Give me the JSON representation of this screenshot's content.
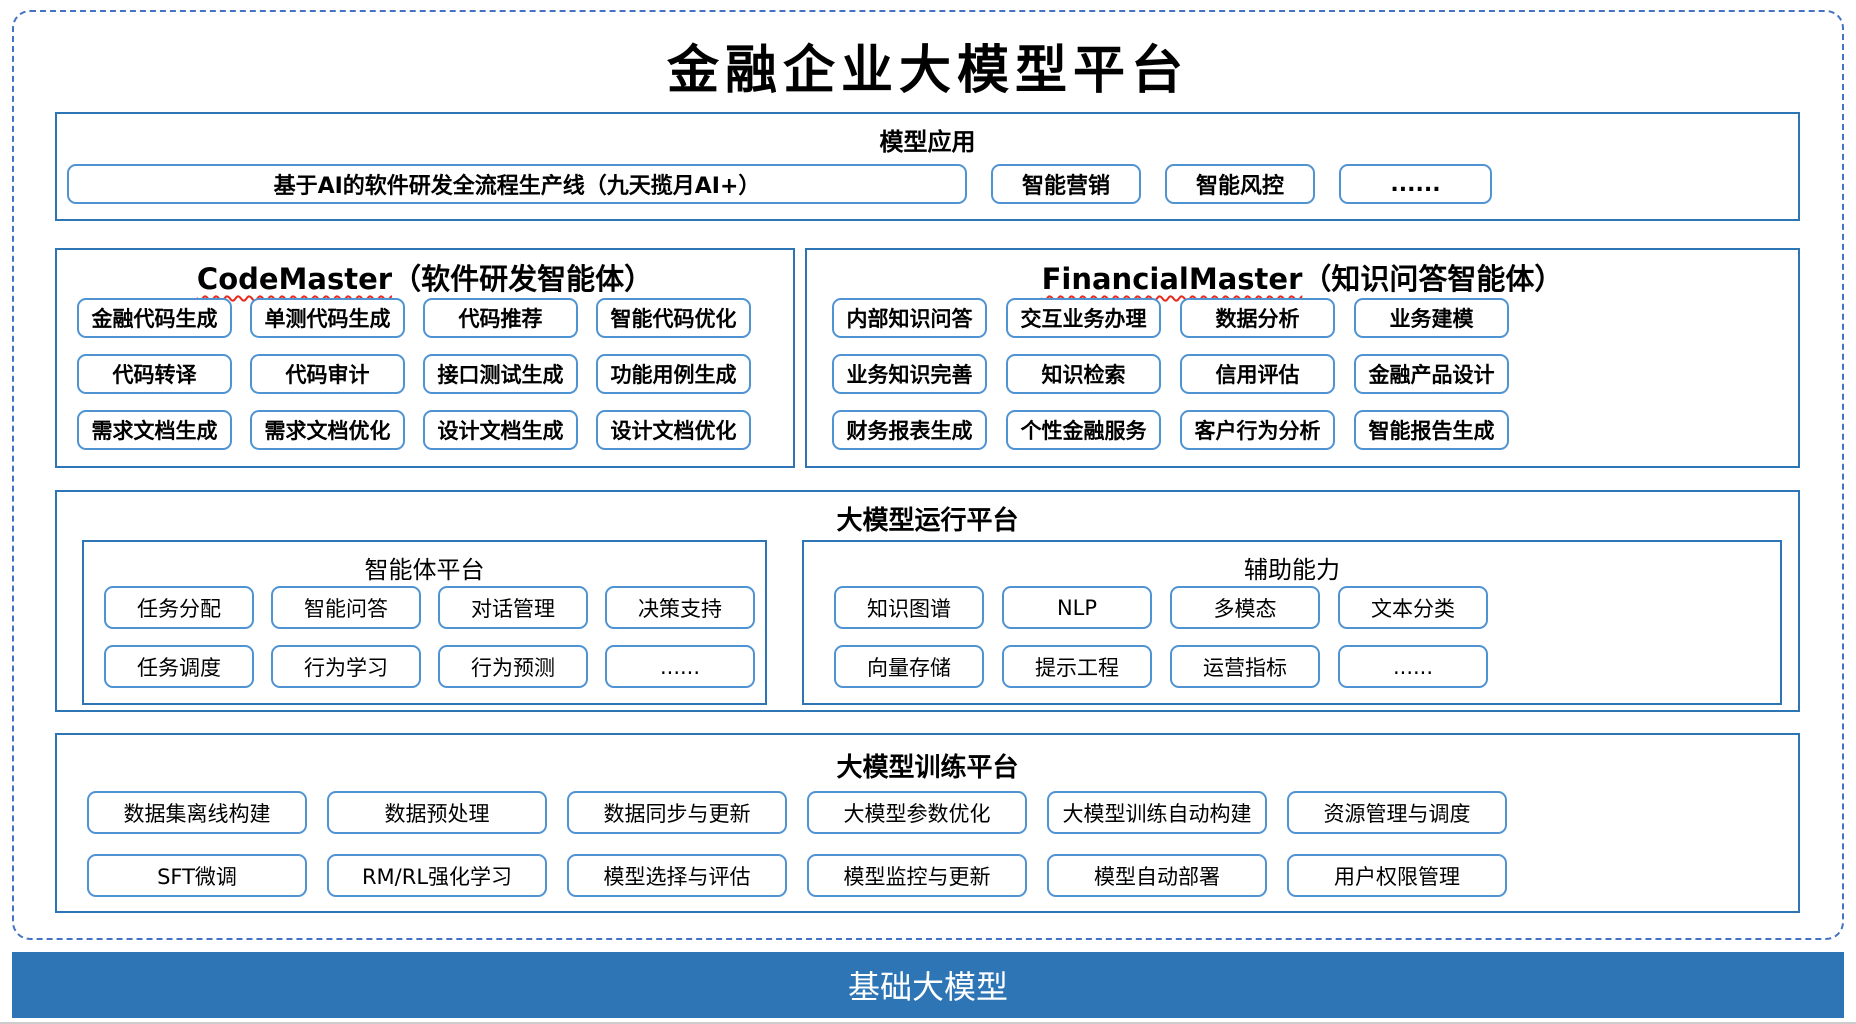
{
  "title": "金融企业大模型平台",
  "colors": {
    "section_border": "#2E75B6",
    "item_border": "#4F93D2",
    "dashed_frame": "#4472C4",
    "base_bar": "#2E75B6",
    "squiggle_red": "#E8291C"
  },
  "model_app": {
    "title": "模型应用",
    "pipeline": "基于AI的软件研发全流程生产线（九天揽月AI+）",
    "items": [
      "智能营销",
      "智能风控",
      "......"
    ]
  },
  "code_master": {
    "name": "CodeMaster",
    "subtitle": "（软件研发智能体）",
    "rows": [
      [
        "金融代码生成",
        "单测代码生成",
        "代码推荐",
        "智能代码优化"
      ],
      [
        "代码转译",
        "代码审计",
        "接口测试生成",
        "功能用例生成"
      ],
      [
        "需求文档生成",
        "需求文档优化",
        "设计文档生成",
        "设计文档优化"
      ]
    ]
  },
  "financial_master": {
    "name": "FinancialMaster",
    "subtitle": "（知识问答智能体）",
    "rows": [
      [
        "内部知识问答",
        "交互业务办理",
        "数据分析",
        "业务建模"
      ],
      [
        "业务知识完善",
        "知识检索",
        "信用评估",
        "金融产品设计"
      ],
      [
        "财务报表生成",
        "个性金融服务",
        "客户行为分析",
        "智能报告生成"
      ]
    ]
  },
  "runtime": {
    "title": "大模型运行平台",
    "agent_platform": {
      "title": "智能体平台",
      "rows": [
        [
          "任务分配",
          "智能问答",
          "对话管理",
          "决策支持"
        ],
        [
          "任务调度",
          "行为学习",
          "行为预测",
          "......"
        ]
      ]
    },
    "aux": {
      "title": "辅助能力",
      "rows": [
        [
          "知识图谱",
          "NLP",
          "多模态",
          "文本分类"
        ],
        [
          "向量存储",
          "提示工程",
          "运营指标",
          "......"
        ]
      ]
    }
  },
  "training": {
    "title": "大模型训练平台",
    "rows": [
      [
        "数据集离线构建",
        "数据预处理",
        "数据同步与更新",
        "大模型参数优化",
        "大模型训练自动构建",
        "资源管理与调度"
      ],
      [
        "SFT微调",
        "RM/RL强化学习",
        "模型选择与评估",
        "模型监控与更新",
        "模型自动部署",
        "用户权限管理"
      ]
    ]
  },
  "base_model": {
    "title": "基础大模型"
  }
}
